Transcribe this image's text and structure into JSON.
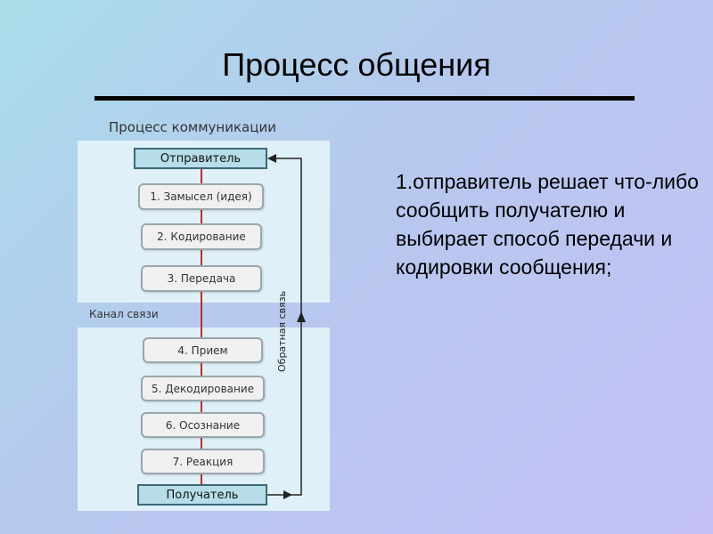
{
  "slide": {
    "title": "Процесс общения",
    "body_text": "1.отправитель решает что-либо сообщить получателю и выбирает способ передачи и кодировки сообщения;"
  },
  "diagram": {
    "heading": "Процесс коммуникации",
    "sender": "Отправитель",
    "receiver": "Получатель",
    "channel_label": "Канал связи",
    "feedback_label": "Обратная связь",
    "steps": [
      "1. Замысел (идея)",
      "2. Кодирование",
      "3. Передача",
      "4. Прием",
      "5. Декодирование",
      "6. Осознание",
      "7. Реакция"
    ],
    "colors": {
      "arrow_red": "#c0302a",
      "feedback_line": "#222222",
      "panel": "#dff0f8"
    }
  }
}
